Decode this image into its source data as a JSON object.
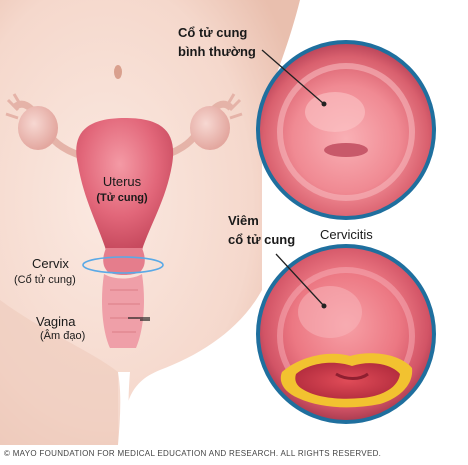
{
  "labels": {
    "uterus": "Uterus",
    "uterus_vi": "(Tử cung)",
    "cervix": "Cervix",
    "cervix_vi": "(Cổ tử cung)",
    "vagina": "Vagina",
    "vagina_vi": "(Âm đạo)",
    "normal_line1": "Cổ tử cung",
    "normal_line2": "bình thường",
    "inflamed_line1": "Viêm",
    "inflamed_line2": "cổ tử cung",
    "cervicitis": "Cervicitis"
  },
  "copyright": "© MAYO FOUNDATION FOR MEDICAL EDUCATION AND RESEARCH. ALL RIGHTS RESERVED.",
  "colors": {
    "skin": "#f7ddd2",
    "uterus": "#e26a7c",
    "cervix_ring": "#5aa9e6",
    "inset_border": "#1f6f9e",
    "inflammation": "#f2c230"
  }
}
